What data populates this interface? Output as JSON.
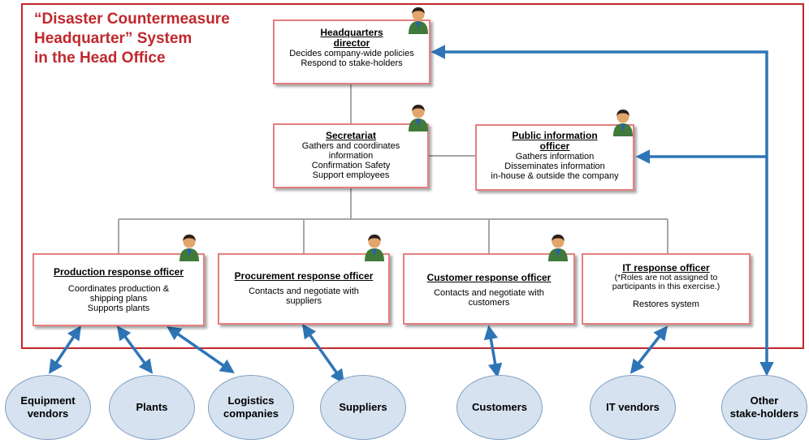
{
  "title": {
    "line1": "“Disaster Countermeasure",
    "line2": "Headquarter” System",
    "line3": "in the Head Office"
  },
  "colors": {
    "frame": "#c0282d",
    "box_border": "#e57f80",
    "arrow": "#2e75b6",
    "stakeholder_fill": "#d6e2ef",
    "connector": "#a6a6a6"
  },
  "roles": {
    "director": {
      "heading": [
        "Headquarters",
        "director"
      ],
      "lines": [
        "Decides company-wide policies",
        "Respond to stake-holders"
      ]
    },
    "secretariat": {
      "heading": [
        "Secretariat"
      ],
      "lines": [
        "Gathers and coordinates",
        "information",
        "Confirmation Safety",
        "Support employees"
      ]
    },
    "public_info": {
      "heading": [
        "Public information",
        "officer"
      ],
      "lines": [
        "Gathers information",
        "Disseminates information",
        "in-house & outside the company"
      ]
    },
    "production": {
      "heading": [
        "Production response officer"
      ],
      "lines": [
        "Coordinates production &",
        "shipping plans",
        "Supports plants"
      ]
    },
    "procurement": {
      "heading": [
        "Procurement response officer"
      ],
      "lines": [
        "Contacts and negotiate with",
        "suppliers"
      ]
    },
    "customer": {
      "heading": [
        "Customer response officer"
      ],
      "lines": [
        "Contacts and negotiate with",
        "customers"
      ]
    },
    "it": {
      "heading": [
        "IT response officer"
      ],
      "note": [
        "(*Roles are not assigned to",
        "participants in this exercise.)"
      ],
      "lines": [
        "Restores system"
      ]
    }
  },
  "stakeholders": [
    {
      "lines": [
        "Equipment",
        "vendors"
      ]
    },
    {
      "lines": [
        "Plants"
      ]
    },
    {
      "lines": [
        "Logistics",
        "companies"
      ]
    },
    {
      "lines": [
        "Suppliers"
      ]
    },
    {
      "lines": [
        "Customers"
      ]
    },
    {
      "lines": [
        "IT vendors"
      ]
    },
    {
      "lines": [
        "Other",
        "stake-holders"
      ]
    }
  ],
  "icons": {
    "officer": "person-icon"
  }
}
